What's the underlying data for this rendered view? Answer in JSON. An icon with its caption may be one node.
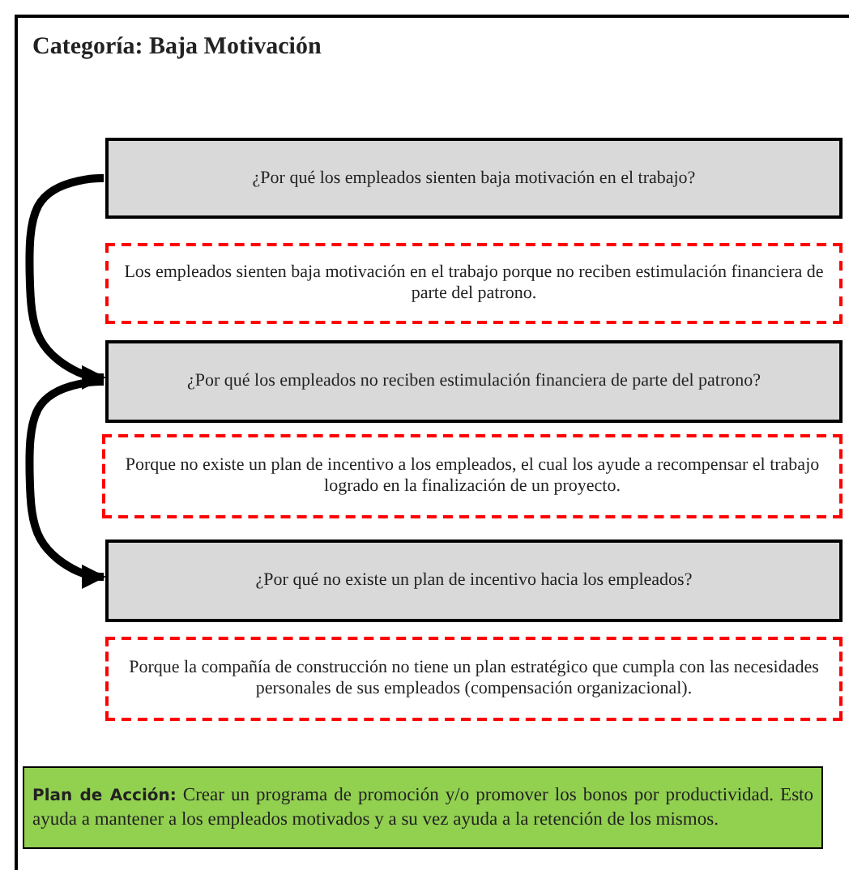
{
  "diagram": {
    "title": "Categoría: Baja Motivación",
    "nodes": [
      {
        "text": [
          "¿Por qué los empleados  sienten  baja motivación en el trabajo?"
        ]
      },
      {
        "text": [
          "Los empleados sienten baja motivación en el trabajo porque no reciben estimulación financiera de parte del patrono."
        ]
      },
      {
        "text": [
          "¿Por qué los empleados no reciben estimulación financiera de parte del patrono?"
        ]
      },
      {
        "text": [
          "Porque no existe un plan de incentivo a los empleados, el cual los ayude a recompensar el trabajo logrado en la finalización de un proyecto."
        ]
      },
      {
        "text": [
          "¿Por qué no existe un plan de incentivo hacia los empleados?"
        ]
      },
      {
        "text": [
          "Porque la compañía de construcción no tiene un plan estratégico que cumpla con las necesidades personales de sus empleados (compensación organizacional)."
        ]
      },
      {
        "text": [
          "**Plan de Acción:** Crear un programa de promoción y/o promover los bonos por productividad.  Esto ayuda a mantener a los empleados motivados y a su vez ayuda a la retención de los mismos."
        ]
      }
    ],
    "edges": [
      {
        "from": 0,
        "to": 2,
        "arrow": "to"
      },
      {
        "from": 2,
        "to": 4,
        "arrow": "to"
      }
    ]
  }
}
